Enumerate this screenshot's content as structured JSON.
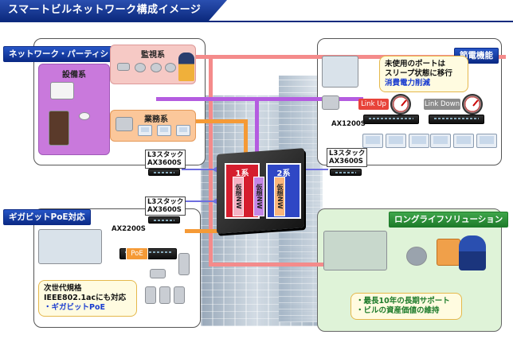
{
  "title": "スマートビルネットワーク構成イメージ",
  "sections": {
    "partition": "ネットワーク・パーティション",
    "power": "節電機能",
    "gigabit": "ギガビットPoE対応",
    "longlife": "ロングライフソリューション"
  },
  "groups": {
    "monitoring": "監視系",
    "facility": "設備系",
    "business": "業務系"
  },
  "core": {
    "system1": "1系",
    "system2": "2系",
    "vnw": "仮想NW"
  },
  "stacks": {
    "l3_label": "L3スタック",
    "model": "AX3600S"
  },
  "devices": {
    "ax1200": "AX1200S",
    "ax2200": "AX2200S",
    "poe": "PoE"
  },
  "power_callout": {
    "line1": "未使用のポートは",
    "line2": "スリープ状態に移行",
    "line3": "消費電力削減"
  },
  "links": {
    "up": "Link Up",
    "down": "Link Down"
  },
  "gigabit_callout": {
    "line1": "次世代規格",
    "line2": "IEEE802.1acにも対応",
    "line3": "・ギガビットPoE"
  },
  "longlife_callout": {
    "line1": "・最長10年の長期サポート",
    "line2": "・ビルの資産価値の維持"
  },
  "colors": {
    "title_bg": "#0c2a7e",
    "section_blue": "#1a3fb0",
    "section_green": "#2a8f36",
    "line_pink": "#f48b8b",
    "line_purple": "#b45ce0",
    "line_orange": "#f59a36",
    "line_blue": "#6e6ee0",
    "core_red": "#d51d2e",
    "core_blue": "#2f47c5"
  }
}
